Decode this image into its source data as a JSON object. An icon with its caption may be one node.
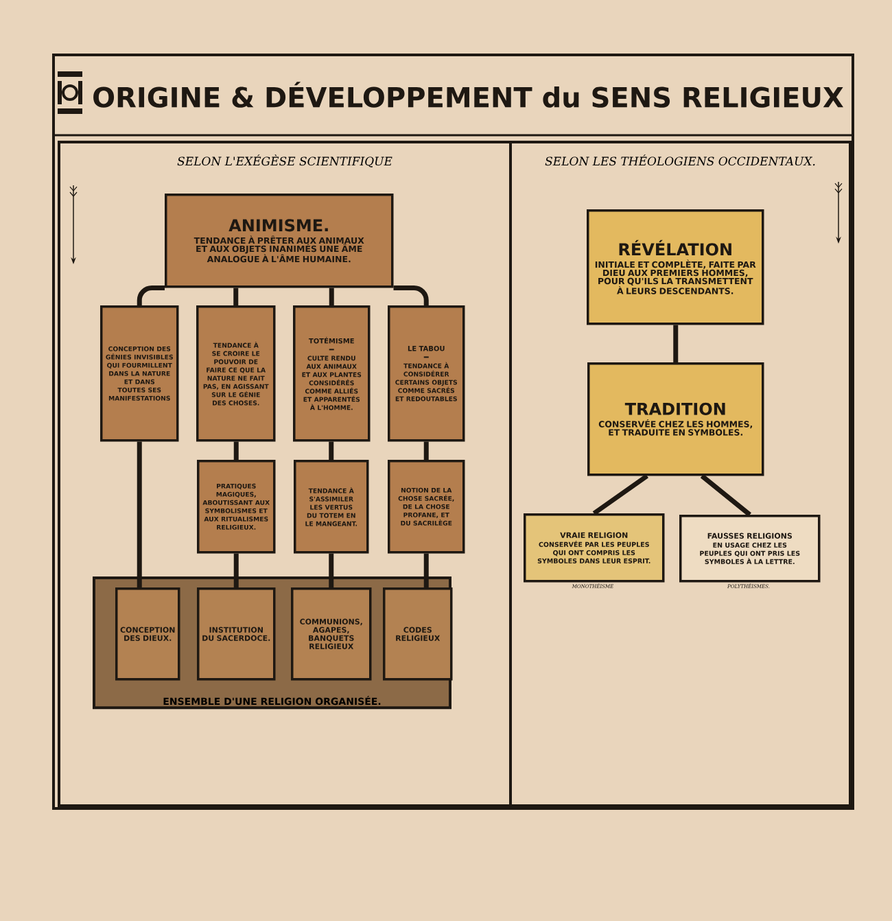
{
  "diagram": {
    "title": "ORIGINE & DÉVELOPPEMENT du SENS RELIGIEUX",
    "nodes": [
      {
        "text": [
          "SELON L'EXÉGÈSE SCIENTIFIQUE"
        ]
      },
      {
        "text": [
          "ANIMISME.",
          "TENDANCE À PRÊTER AUX ANIMAUX ET AUX OBJETS INANIMÉS UNE ÂME ANALOGUE À L'ÂME HUMAINE."
        ],
        "in": 0
      },
      {
        "text": [
          "CONCEPTION DES GÉNIES INVISIBLES QUI FOURMILLENT DANS LA NATURE ET DANS TOUTES SES MANIFESTATIONS"
        ],
        "in": 0
      },
      {
        "text": [
          "TENDANCE À SE CROIRE LE POUVOIR DE FAIRE CE QUE LA NATURE NE FAIT PAS, EN AGISSANT SUR LE GÉNIE DES CHOSES."
        ],
        "in": 0
      },
      {
        "text": [
          "TOTÉMISME",
          "CULTE RENDU AUX ANIMAUX ET AUX PLANTES CONSIDÉRÉS COMME ALLIÉS ET APPARENTÉS À L'HOMME."
        ],
        "in": 0
      },
      {
        "text": [
          "LE TABOU",
          "TENDANCE À CONSIDÉRER CERTAINS OBJETS COMME SACRÉS ET REDOUTABLES"
        ],
        "in": 0
      },
      {
        "text": [
          "PRATIQUES MAGIQUES, ABOUTISSANT AUX SYMBOLISMES ET AUX RITUALISMES RELIGIEUX."
        ],
        "in": 0
      },
      {
        "text": [
          "TENDANCE À S'ASSIMILER LES VERTUS DU TOTEM EN LE MANGEANT."
        ],
        "in": 0
      },
      {
        "text": [
          "NOTION DE LA CHOSE SACRÉE, DE LA CHOSE PROFANE, ET DU SACRILÈGE"
        ],
        "in": 0
      },
      {
        "text": [
          "ENSEMBLE D'UNE RELIGION ORGANISÉE."
        ],
        "in": 0
      },
      {
        "text": [
          "CONCEPTION DES DIEUX."
        ],
        "in": 9
      },
      {
        "text": [
          "INSTITUTION DU SACERDOCE."
        ],
        "in": 9
      },
      {
        "text": [
          "COMMUNIONS, AGAPES, BANQUETS RELIGIEUX"
        ],
        "in": 9
      },
      {
        "text": [
          "CODES RELIGIEUX"
        ],
        "in": 9
      },
      {
        "text": [
          "SELON LES THÉOLOGIENS OCCIDENTAUX."
        ]
      },
      {
        "text": [
          "RÉVÉLATION",
          "INITIALE ET COMPLÈTE, FAITE PAR DIEU AUX PREMIERS HOMMES, POUR QU'ILS LA TRANSMETTENT À LEURS DESCENDANTS."
        ],
        "in": 14
      },
      {
        "text": [
          "TRADITION",
          "CONSERVÉE CHEZ LES HOMMES, ET TRADUITE EN SYMBOLES."
        ],
        "in": 14
      },
      {
        "text": [
          "VRAIE RELIGION",
          "CONSERVÉE PAR LES PEUPLES QUI ONT COMPRIS LES SYMBOLES DANS LEUR ESPRIT."
        ],
        "beside": [
          "MONOTHÉISME"
        ],
        "in": 14
      },
      {
        "text": [
          "FAUSSES RELIGIONS",
          "EN USAGE CHEZ LES PEUPLES QUI ONT PRIS LES SYMBOLES À LA LETTRE."
        ],
        "beside": [
          "POLYTHÉISMES."
        ],
        "in": 14
      }
    ],
    "edges": [
      {
        "from": 1,
        "to": 2,
        "arrow": "none"
      },
      {
        "from": 1,
        "to": 3,
        "arrow": "none"
      },
      {
        "from": 1,
        "to": 4,
        "arrow": "none"
      },
      {
        "from": 1,
        "to": 5,
        "arrow": "none"
      },
      {
        "from": 3,
        "to": 6,
        "arrow": "none"
      },
      {
        "from": 4,
        "to": 7,
        "arrow": "none"
      },
      {
        "from": 5,
        "to": 8,
        "arrow": "none"
      },
      {
        "from": 2,
        "to": 10,
        "arrow": "none"
      },
      {
        "from": 6,
        "to": 11,
        "arrow": "none"
      },
      {
        "from": 7,
        "to": 12,
        "arrow": "none"
      },
      {
        "from": 8,
        "to": 13,
        "arrow": "none"
      },
      {
        "from": 15,
        "to": 16,
        "arrow": "none"
      },
      {
        "from": 16,
        "to": 17,
        "arrow": "none"
      },
      {
        "from": 16,
        "to": 18,
        "arrow": "none"
      }
    ]
  }
}
